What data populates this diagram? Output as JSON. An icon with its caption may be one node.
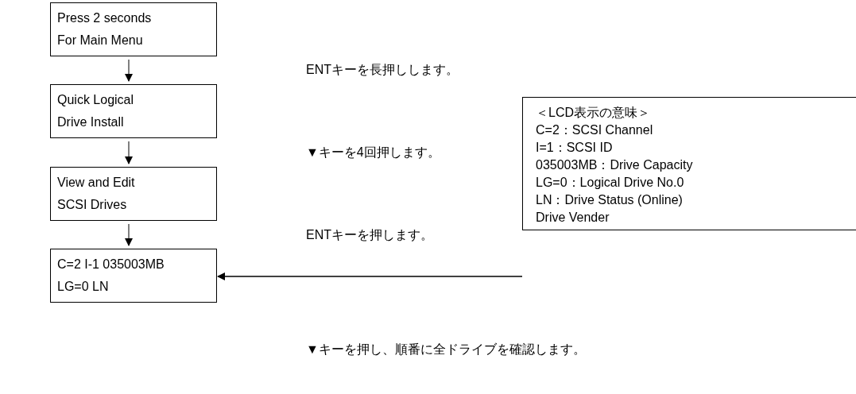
{
  "diagram": {
    "nodes": [
      {
        "text": [
          "Press 2 seconds",
          "For Main Menu"
        ]
      },
      {
        "text": [
          "Quick Logical",
          "Drive Install"
        ]
      },
      {
        "text": [
          "View and Edit",
          "SCSI Drives"
        ]
      },
      {
        "text": [
          "C=2 I-1 035003MB",
          "LG=0 LN"
        ]
      },
      {
        "text": [
          "＜LCD表示の意味＞",
          "C=2：SCSI Channel",
          "I=1：SCSI ID",
          "035003MB：Drive Capacity",
          "LG=0：Logical Drive No.0",
          "LN：Drive Status (Online)",
          "Drive Vender"
        ]
      }
    ],
    "edges": [
      {
        "from": 0,
        "to": 1,
        "arrow": "to"
      },
      {
        "from": 1,
        "to": 2,
        "arrow": "to"
      },
      {
        "from": 2,
        "to": 3,
        "arrow": "to"
      },
      {
        "from": 4,
        "to": 3,
        "arrow": "to"
      }
    ],
    "labels": [
      "ENTキーを長押しします。",
      "▼キーを4回押します。",
      "ENTキーを押します。",
      "▼キーを押し、順番に全ドライブを確認します。"
    ]
  }
}
